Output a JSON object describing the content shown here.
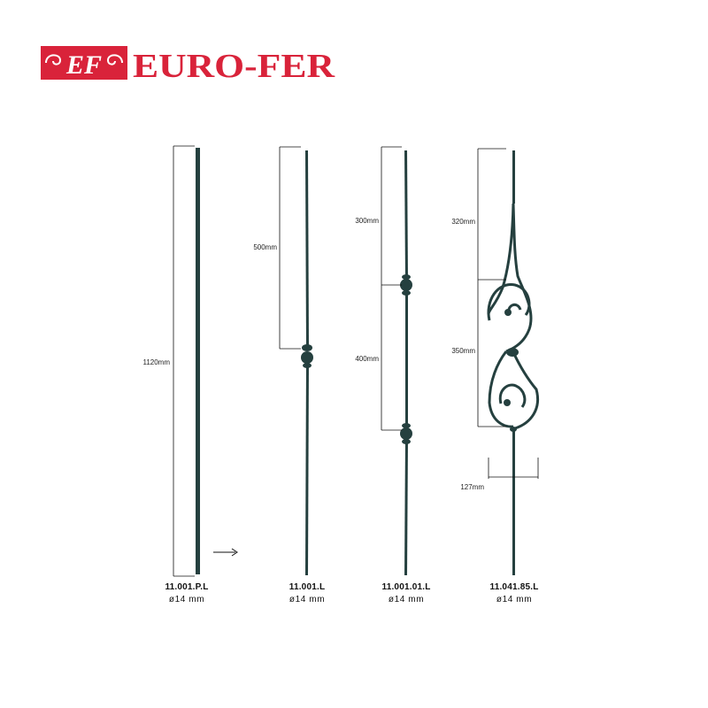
{
  "brand": {
    "monogram": "EF",
    "name": "EURO-FER",
    "color": "#d9233a"
  },
  "colors": {
    "iron": "#25403f",
    "dimension_line": "#111111"
  },
  "products": [
    {
      "code": "11.001.P.L",
      "diameter": "ø14 mm",
      "dimensions": [
        "1120mm"
      ]
    },
    {
      "code": "11.001.L",
      "diameter": "ø14 mm",
      "dimensions": [
        "500mm"
      ]
    },
    {
      "code": "11.001.01.L",
      "diameter": "ø14 mm",
      "dimensions": [
        "300mm",
        "400mm"
      ]
    },
    {
      "code": "11.041.85.L",
      "diameter": "ø14 mm",
      "dimensions": [
        "320mm",
        "350mm",
        "127mm"
      ]
    }
  ]
}
